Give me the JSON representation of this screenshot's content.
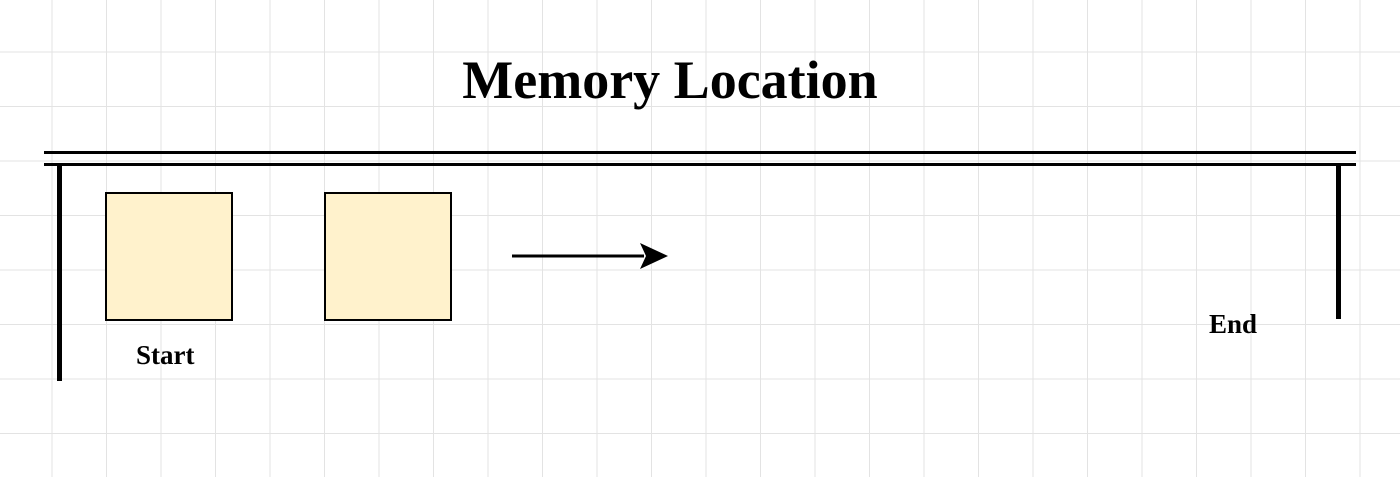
{
  "diagram": {
    "title": "Memory Location",
    "start_label": "Start",
    "end_label": "End",
    "cell_color": "#fff2cc",
    "line_color": "#000000",
    "grid_color": "#e3e3e3",
    "icons": {
      "flow": "arrow-right-icon"
    }
  }
}
